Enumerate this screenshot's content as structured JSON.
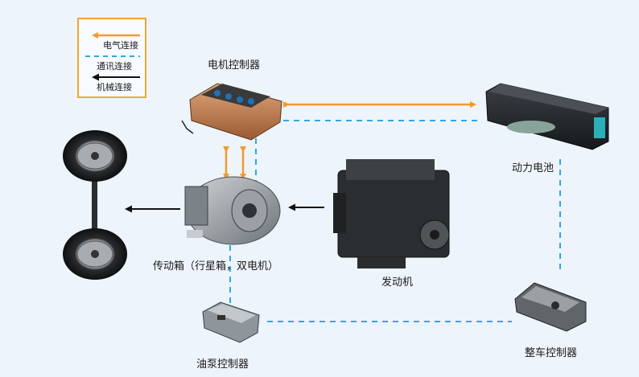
{
  "legend": {
    "electrical": "电气连接",
    "communication": "通讯连接",
    "mechanical": "机械连接"
  },
  "components": {
    "motor_controller": "电机控制器",
    "power_battery": "动力电池",
    "transmission": "传动箱（行星箱，双电机）",
    "engine": "发动机",
    "oil_pump_controller": "油泵控制器",
    "vehicle_controller": "整车控制器"
  },
  "colors": {
    "electrical": "#f39a2e",
    "communication": "#2ea8e6",
    "mechanical": "#111111",
    "legend_border": "#f2a532"
  }
}
